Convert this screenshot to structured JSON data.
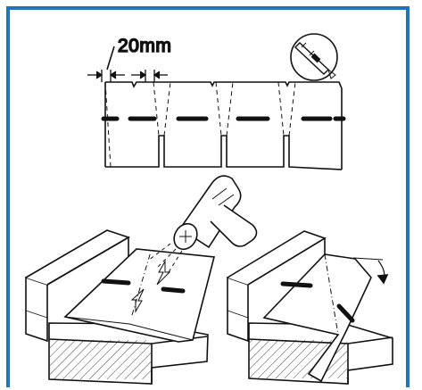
{
  "figure": {
    "measurement_label": "20mm",
    "border_color": "#1f74bd",
    "line_color": "#111111",
    "background": "#ffffff",
    "icons": {
      "cutter": "utility-knife-icon",
      "heat_gun": "heat-gun-icon"
    },
    "panels": [
      "shingle-cut-diagram",
      "heating-diagram",
      "folding-diagram"
    ]
  }
}
